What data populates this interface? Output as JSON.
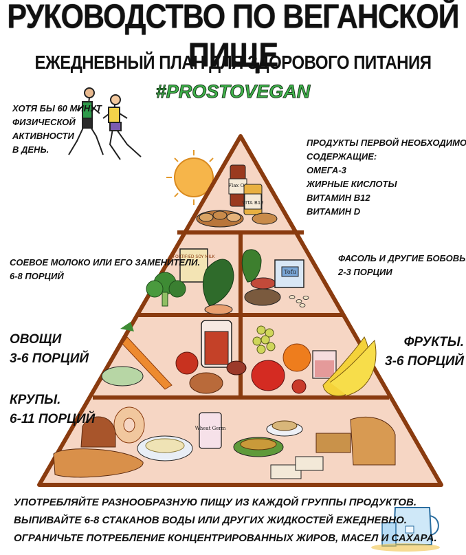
{
  "header": {
    "title": "РУКОВОДСТВО ПО ВЕГАНСКОЙ ПИЩЕ",
    "subtitle": "ЕЖЕДНЕВНЫЙ ПЛАН ДЛЯ ЗДОРОВОГО ПИТАНИЯ",
    "hashtag": "#PROSTOVEGAN"
  },
  "activity": {
    "lines": [
      "ХОТЯ БЫ 60 МИНУТ",
      "ФИЗИЧЕСКОЙ",
      "АКТИВНОСТИ",
      "В ДЕНЬ."
    ]
  },
  "essentials": {
    "lines": [
      "ПРОДУКТЫ ПЕРВОЙ НЕОБХОДИМОСТИ,",
      "СОДЕРЖАЩИЕ:",
      "ОМЕГА-3",
      "ЖИРНЫЕ КИСЛОТЫ",
      "ВИТАМИН В12",
      "ВИТАМИН D"
    ]
  },
  "soy": {
    "lines": [
      "СОЕВОЕ МОЛОКО ИЛИ ЕГО ЗАМЕНИТЕЛИ.",
      "6-8 ПОРЦИЙ"
    ]
  },
  "beans": {
    "lines": [
      "ФАСОЛЬ И ДРУГИЕ БОБОВЫЕ.",
      "2-3 ПОРЦИИ"
    ]
  },
  "vegetables": {
    "lines": [
      "ОВОЩИ",
      "3-6 ПОРЦИЙ"
    ]
  },
  "fruits": {
    "lines": [
      "ФРУКТЫ.",
      "3-6 ПОРЦИЙ"
    ]
  },
  "grains": {
    "lines": [
      "КРУПЫ.",
      "6-11 ПОРЦИЙ"
    ]
  },
  "package_labels": {
    "flax_oil": "Flax Oil",
    "vitamin": "VITA B12",
    "soy_milk": "FORTIFIED SOY MILK",
    "tofu": "Tofu",
    "wheat_germ": "Wheat Germ"
  },
  "footer": {
    "lines": [
      "УПОТРЕБЛЯЙТЕ РАЗНООБРАЗНУЮ ПИЩУ ИЗ КАЖДОЙ ГРУППЫ ПРОДУКТОВ.",
      "ВЫПИВАЙТЕ 6-8 СТАКАНОВ ВОДЫ ИЛИ ДРУГИХ ЖИДКОСТЕЙ ЕЖЕДНЕВНО.",
      "ОГРАНИЧЬТЕ ПОТРЕБЛЕНИЕ КОНЦЕНТРИРОВАННЫХ ЖИРОВ, МАСЕЛ И САХАРА."
    ]
  },
  "colors": {
    "pyramid_fill": "#f6d6c4",
    "pyramid_border": "#8a3b0f",
    "hashtag": "#3fb24a",
    "sun": "#f6b54a"
  }
}
